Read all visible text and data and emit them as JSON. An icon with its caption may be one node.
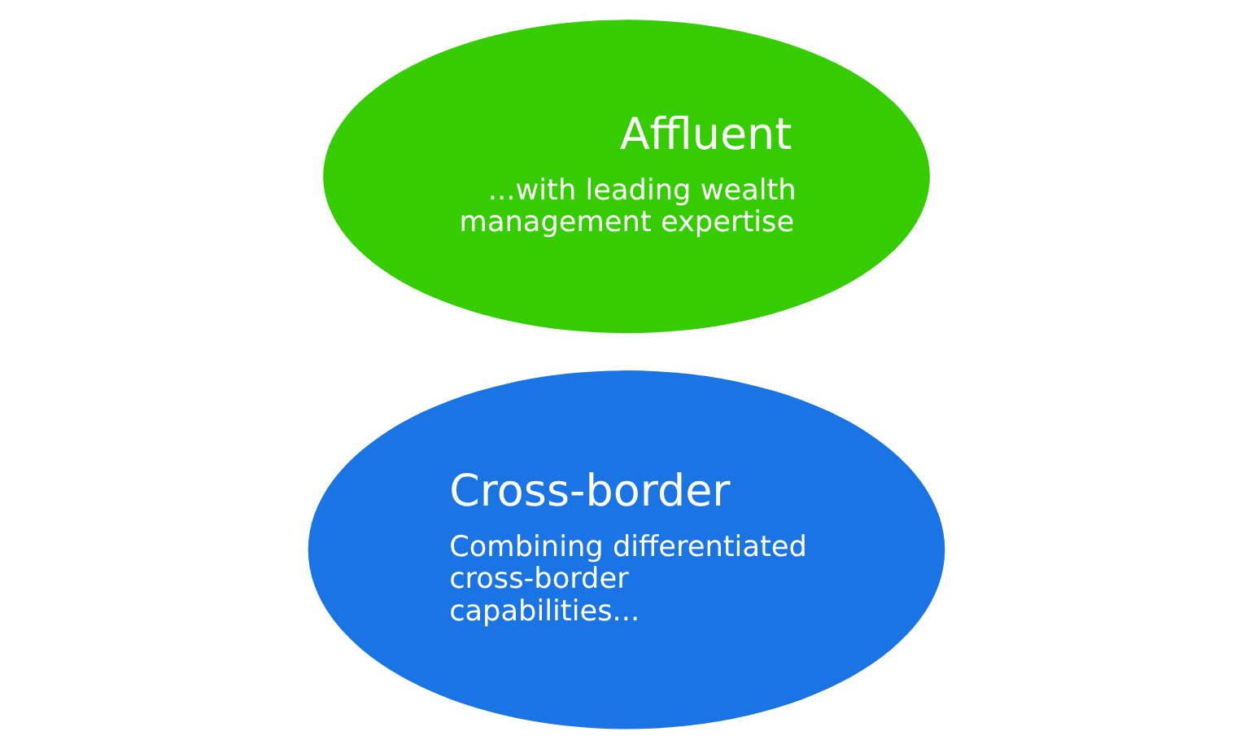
{
  "diagram": {
    "nodes": [
      {
        "text": [
          "Cross-border",
          "Combining differentiated cross-border capabilities..."
        ]
      },
      {
        "text": [
          "Affluent",
          "...with leading wealth management expertise"
        ]
      }
    ]
  }
}
